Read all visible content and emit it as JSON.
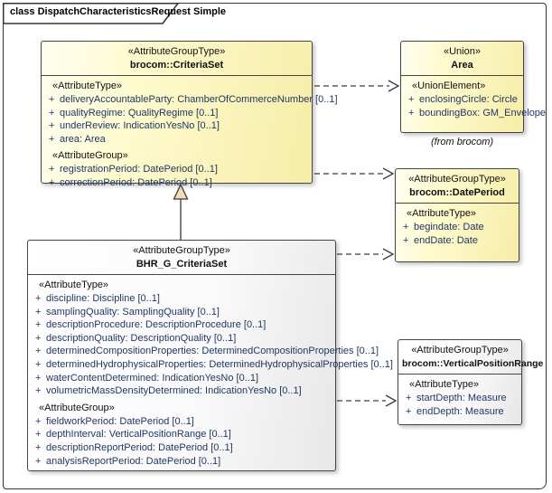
{
  "frame": {
    "title": "class DispatchCharacteristicsRequest Simple"
  },
  "symbols": {
    "visibility_public": "+"
  },
  "colors": {
    "box_yellow": "#FBF5C0",
    "box_white": "#FFFFFF",
    "border": "#454545",
    "attribute_text": "#1F3864",
    "generalization_fill": "#F3DDBA"
  },
  "classes": [
    {
      "stereotype": "«AttributeGroupType»",
      "name": "brocom::CriteriaSet",
      "sections": [
        {
          "label": "«AttributeType»",
          "attrs": [
            "deliveryAccountableParty: ChamberOfCommerceNumber [0..1]",
            "qualityRegime: QualityRegime [0..1]",
            "underReview: IndicationYesNo [0..1]",
            "area: Area"
          ]
        },
        {
          "label": "«AttributeGroup»",
          "attrs": [
            "registrationPeriod: DatePeriod [0..1]",
            "correctionPeriod: DatePeriod [0..1]"
          ]
        }
      ]
    },
    {
      "stereotype": "«Union»",
      "name": "Area",
      "sections": [
        {
          "label": "«UnionElement»",
          "attrs": [
            "enclosingCircle: Circle",
            "boundingBox: GM_Envelope"
          ]
        }
      ],
      "note": "(from brocom)"
    },
    {
      "stereotype": "«AttributeGroupType»",
      "name": "brocom::DatePeriod",
      "sections": [
        {
          "label": "«AttributeType»",
          "attrs": [
            "begindate: Date",
            "endDate: Date"
          ]
        }
      ]
    },
    {
      "stereotype": "«AttributeGroupType»",
      "name": "BHR_G_CriteriaSet",
      "sections": [
        {
          "label": "«AttributeType»",
          "attrs": [
            "discipline: Discipline [0..1]",
            "samplingQuality: SamplingQuality [0..1]",
            "descriptionProcedure: DescriptionProcedure [0..1]",
            "descriptionQuality: DescriptionQuality [0..1]",
            "determinedCompositionProperties: DeterminedCompositionProperties [0..1]",
            "determinedHydrophysicalProperties: DeterminedHydrophysicalProperties [0..1]",
            "waterContentDetermined: IndicationYesNo [0..1]",
            "volumetricMassDensityDetermined: IndicationYesNo [0..1]"
          ]
        },
        {
          "label": "«AttributeGroup»",
          "attrs": [
            "fieldworkPeriod: DatePeriod [0..1]",
            "depthInterval: VerticalPositionRange [0..1]",
            "descriptionReportPeriod: DatePeriod [0..1]",
            "analysisReportPeriod: DatePeriod [0..1]"
          ]
        }
      ]
    },
    {
      "stereotype": "«AttributeGroupType»",
      "name": "brocom::VerticalPositionRange",
      "sections": [
        {
          "label": "«AttributeType»",
          "attrs": [
            "startDepth: Measure",
            "endDepth: Measure"
          ]
        }
      ]
    }
  ],
  "connectors": [
    {
      "type": "dependency",
      "from": "brocom::CriteriaSet",
      "to": "Area"
    },
    {
      "type": "dependency",
      "from": "brocom::CriteriaSet",
      "to": "brocom::DatePeriod"
    },
    {
      "type": "generalization",
      "from": "BHR_G_CriteriaSet",
      "to": "brocom::CriteriaSet"
    },
    {
      "type": "dependency",
      "from": "BHR_G_CriteriaSet",
      "to": "brocom::DatePeriod"
    },
    {
      "type": "dependency",
      "from": "BHR_G_CriteriaSet",
      "to": "brocom::VerticalPositionRange"
    }
  ]
}
